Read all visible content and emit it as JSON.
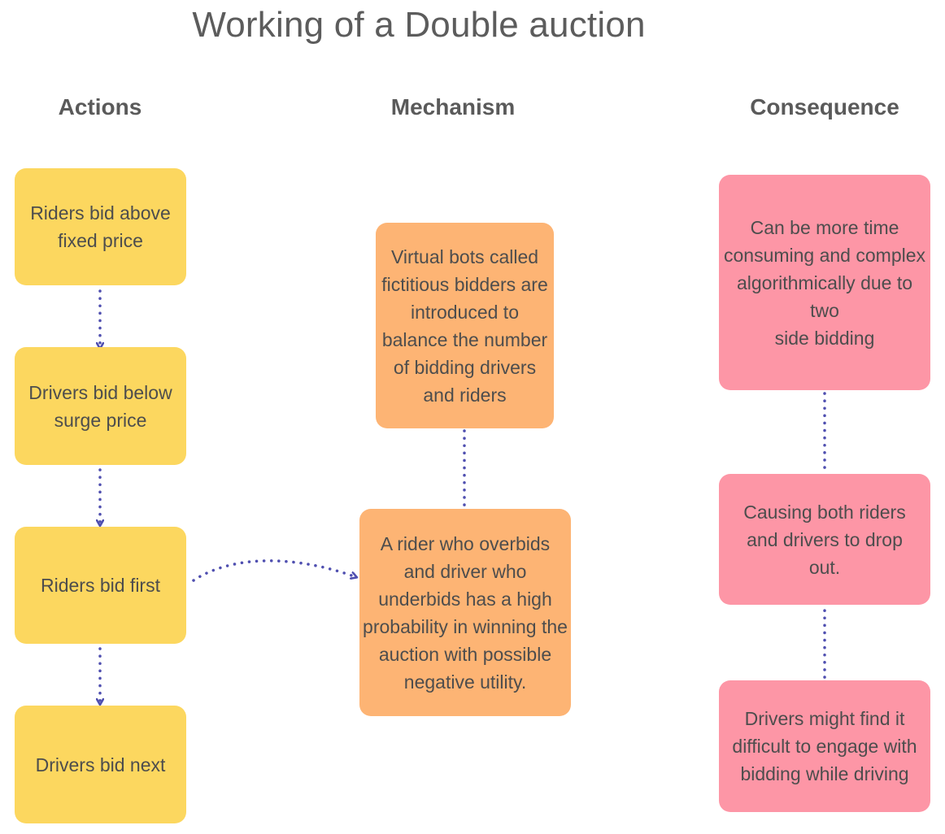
{
  "title": "Working of a Double auction",
  "columns": {
    "actions": "Actions",
    "mechanism": "Mechanism",
    "consequence": "Consequence"
  },
  "actions": [
    "Riders bid above fixed price",
    "Drivers bid below surge price",
    "Riders bid first",
    "Drivers bid next"
  ],
  "mechanism": [
    "Virtual bots called fictitious bidders are introduced to balance the number of bidding drivers and riders",
    "A rider who overbids and driver who underbids has a high probability in winning the auction with possible negative utility."
  ],
  "consequence": [
    "Can be more time consuming and complex algorithmically due to two\nside bidding",
    "Causing both riders and drivers to drop out.",
    "Drivers might find it difficult to engage with bidding while driving"
  ],
  "colors": {
    "actions_fill": "#fcd75f",
    "mechanism_fill": "#fdb474",
    "consequence_fill": "#fd96a6",
    "connector": "#4f4fb0"
  }
}
